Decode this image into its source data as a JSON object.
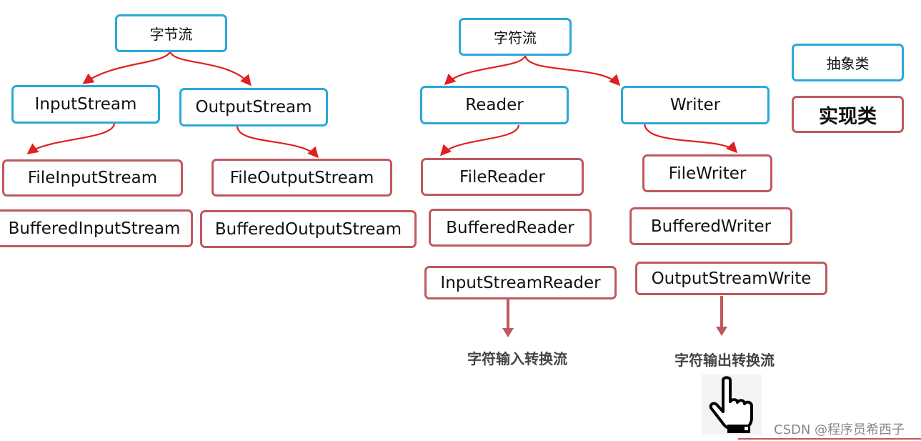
{
  "byte_stream": {
    "title": "字节流",
    "input": {
      "abstract": "InputStream",
      "impls": [
        "FileInputStream",
        "BufferedInputStream"
      ]
    },
    "output": {
      "abstract": "OutputStream",
      "impls": [
        "FileOutputStream",
        "BufferedOutputStream"
      ]
    }
  },
  "char_stream": {
    "title": "字符流",
    "reader": {
      "abstract": "Reader",
      "impls": [
        "FileReader",
        "BufferedReader",
        "InputStreamReader"
      ],
      "note": "字符输入转换流"
    },
    "writer": {
      "abstract": "Writer",
      "impls": [
        "FileWriter",
        "BufferedWriter",
        "OutputStreamWrite"
      ],
      "note": "字符输出转换流"
    }
  },
  "legend": {
    "abstract": "抽象类",
    "impl": "实现类"
  },
  "watermark": "CSDN @程序员希西子",
  "colors": {
    "abstract_border": "#29a9d8",
    "impl_border": "#c0585c",
    "arrow": "#e02020",
    "down_arrow": "#c0585c"
  },
  "icons": {
    "hand": "pointing-hand-icon"
  }
}
